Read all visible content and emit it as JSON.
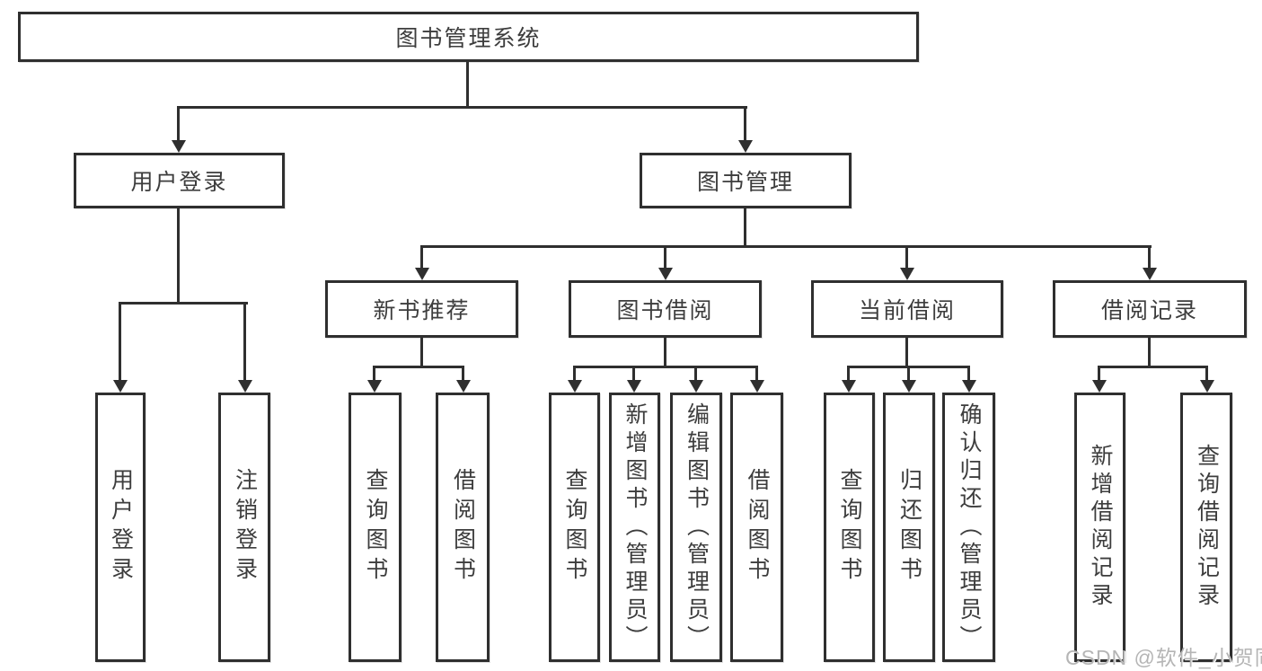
{
  "diagram": {
    "title": "图书管理系统",
    "root": {
      "label": "图书管理系统"
    },
    "branches": [
      {
        "label": "用户登录",
        "children": [
          {
            "label": "用户登录"
          },
          {
            "label": "注销登录"
          }
        ]
      },
      {
        "label": "图书管理",
        "children": [
          {
            "label": "新书推荐",
            "children": [
              {
                "label": "查询图书"
              },
              {
                "label": "借阅图书"
              }
            ]
          },
          {
            "label": "图书借阅",
            "children": [
              {
                "label": "查询图书"
              },
              {
                "label": "新增图书（管理员）"
              },
              {
                "label": "编辑图书（管理员）"
              },
              {
                "label": "借阅图书"
              }
            ]
          },
          {
            "label": "当前借阅",
            "children": [
              {
                "label": "查询图书"
              },
              {
                "label": "归还图书"
              },
              {
                "label": "确认归还（管理员）"
              }
            ]
          },
          {
            "label": "借阅记录",
            "children": [
              {
                "label": "新增借阅记录"
              },
              {
                "label": "查询借阅记录"
              }
            ]
          }
        ]
      }
    ]
  },
  "watermark": {
    "text": "CSDN @软件_小贺同学"
  },
  "colors": {
    "line": "#2f2f2f",
    "text": "#3d3d3d",
    "background": "#ffffff",
    "watermark": "#b5b5b5"
  }
}
